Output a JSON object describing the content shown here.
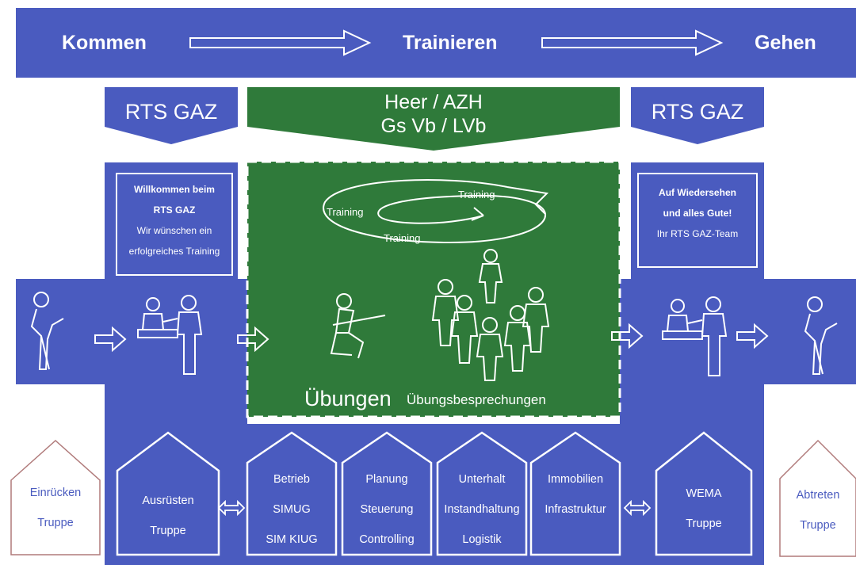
{
  "header": {
    "left": "Kommen",
    "center": "Trainieren",
    "right": "Gehen"
  },
  "rts_left": "RTS GAZ",
  "rts_right": "RTS GAZ",
  "command": {
    "line1": "Heer / AZH",
    "line2": "Gs Vb / LVb"
  },
  "welcome_card": {
    "line1": "Willkommen beim",
    "line2": "RTS GAZ",
    "line3": "Wir wünschen ein",
    "line4": "erfolgreiches Training"
  },
  "farewell_card": {
    "line1": "Auf Wiedersehen",
    "line2": "und alles Gute!",
    "line3": "Ihr RTS GAZ-Team"
  },
  "training_cycle": {
    "label_top": "Training",
    "label_left": "Training",
    "label_bottom": "Training"
  },
  "exercise": {
    "main": "Übungen",
    "sub": "Übungsbesprechungen"
  },
  "houses": {
    "einruecken": [
      "Einrücken",
      "Truppe"
    ],
    "ausruesten": [
      "Ausrüsten",
      "Truppe"
    ],
    "betrieb": [
      "Betrieb",
      "SIMUG",
      "SIM KIUG"
    ],
    "planung": [
      "Planung",
      "Steuerung",
      "Controlling"
    ],
    "unterhalt": [
      "Unterhalt",
      "Instandhaltung",
      "Logistik"
    ],
    "immobilien": [
      "Immobilien",
      "Infrastruktur"
    ],
    "wema": [
      "WEMA",
      "Truppe"
    ],
    "abtreten": [
      "Abtreten",
      "Truppe"
    ]
  },
  "colors": {
    "blue": "#4a5bbf",
    "green": "#2f7a3a",
    "house_outline": "#b07a7a"
  },
  "icons": [
    "person-walking-icon",
    "reception-desk-icon",
    "kneeling-soldier-rifle-icon",
    "group-of-people-icon",
    "hollow-arrow-icon",
    "double-arrow-icon"
  ]
}
